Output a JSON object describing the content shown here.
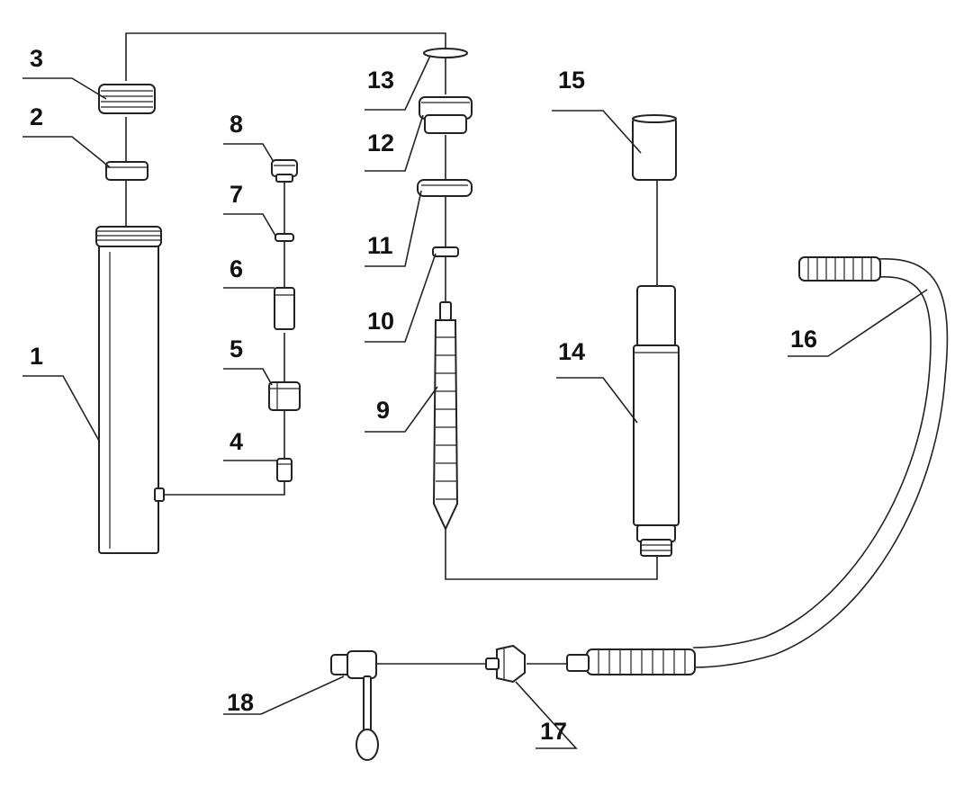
{
  "diagram": {
    "type": "exploded-parts-view",
    "parts": [
      {
        "id": "1",
        "label": "1"
      },
      {
        "id": "2",
        "label": "2"
      },
      {
        "id": "3",
        "label": "3"
      },
      {
        "id": "4",
        "label": "4"
      },
      {
        "id": "5",
        "label": "5"
      },
      {
        "id": "6",
        "label": "6"
      },
      {
        "id": "7",
        "label": "7"
      },
      {
        "id": "8",
        "label": "8"
      },
      {
        "id": "9",
        "label": "9"
      },
      {
        "id": "10",
        "label": "10"
      },
      {
        "id": "11",
        "label": "11"
      },
      {
        "id": "12",
        "label": "12"
      },
      {
        "id": "13",
        "label": "13"
      },
      {
        "id": "14",
        "label": "14"
      },
      {
        "id": "15",
        "label": "15"
      },
      {
        "id": "16",
        "label": "16"
      },
      {
        "id": "17",
        "label": "17"
      },
      {
        "id": "18",
        "label": "18"
      }
    ],
    "colors": {
      "ink": "#222222",
      "background": "#ffffff"
    }
  }
}
